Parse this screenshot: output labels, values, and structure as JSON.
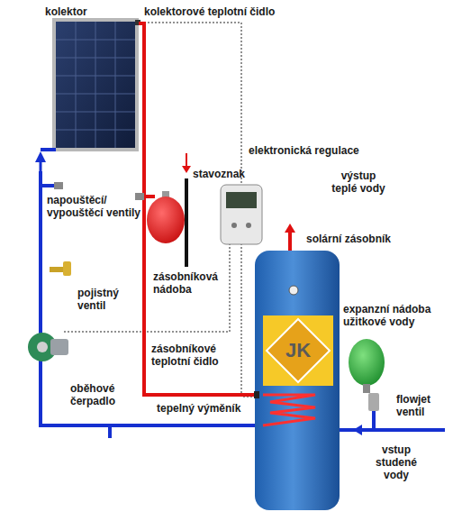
{
  "diagram": {
    "nodes": [
      {
        "text": [
          "JK"
        ]
      }
    ],
    "labels": [
      "kolektor",
      "kolektorové teplotní čidlo",
      "stavoznak",
      "elektronická regulace",
      "výstup teplé vody",
      "solární zásobník",
      "napouštěcí/ vypouštěcí ventily",
      "zásobníková nádoba",
      "pojistný ventil",
      "expanzní nádoba užitkové vody",
      "zásobníkové teplotní čidlo",
      "oběhové čerpadlo",
      "tepelný výměník",
      "flowjet ventil",
      "vstup studené vody"
    ]
  }
}
